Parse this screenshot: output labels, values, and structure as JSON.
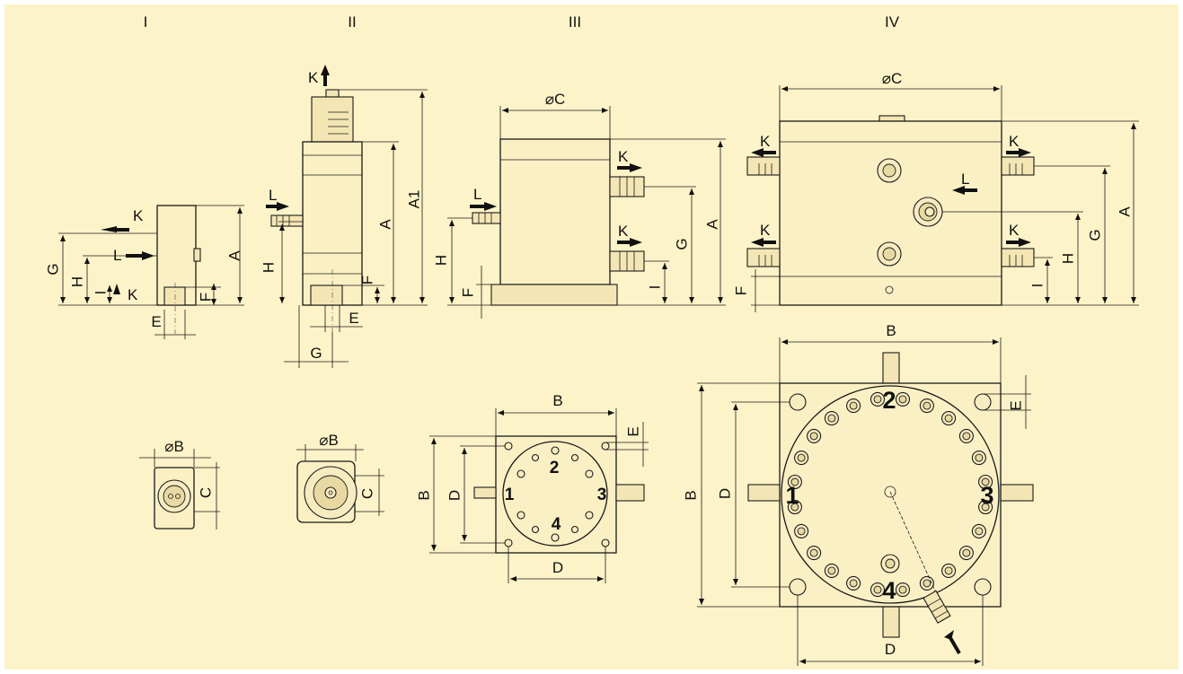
{
  "figure": {
    "columns": [
      "I",
      "II",
      "III",
      "IV"
    ],
    "dimension_labels": {
      "A": "A",
      "A1": "A1",
      "B": "B",
      "C": "C",
      "D": "D",
      "E": "E",
      "F": "F",
      "G": "G",
      "H": "H",
      "I": "I",
      "K": "K",
      "L": "L",
      "phiB": "⌀B",
      "phiC": "⌀C"
    },
    "port_numbers": [
      "1",
      "2",
      "3",
      "4"
    ]
  }
}
